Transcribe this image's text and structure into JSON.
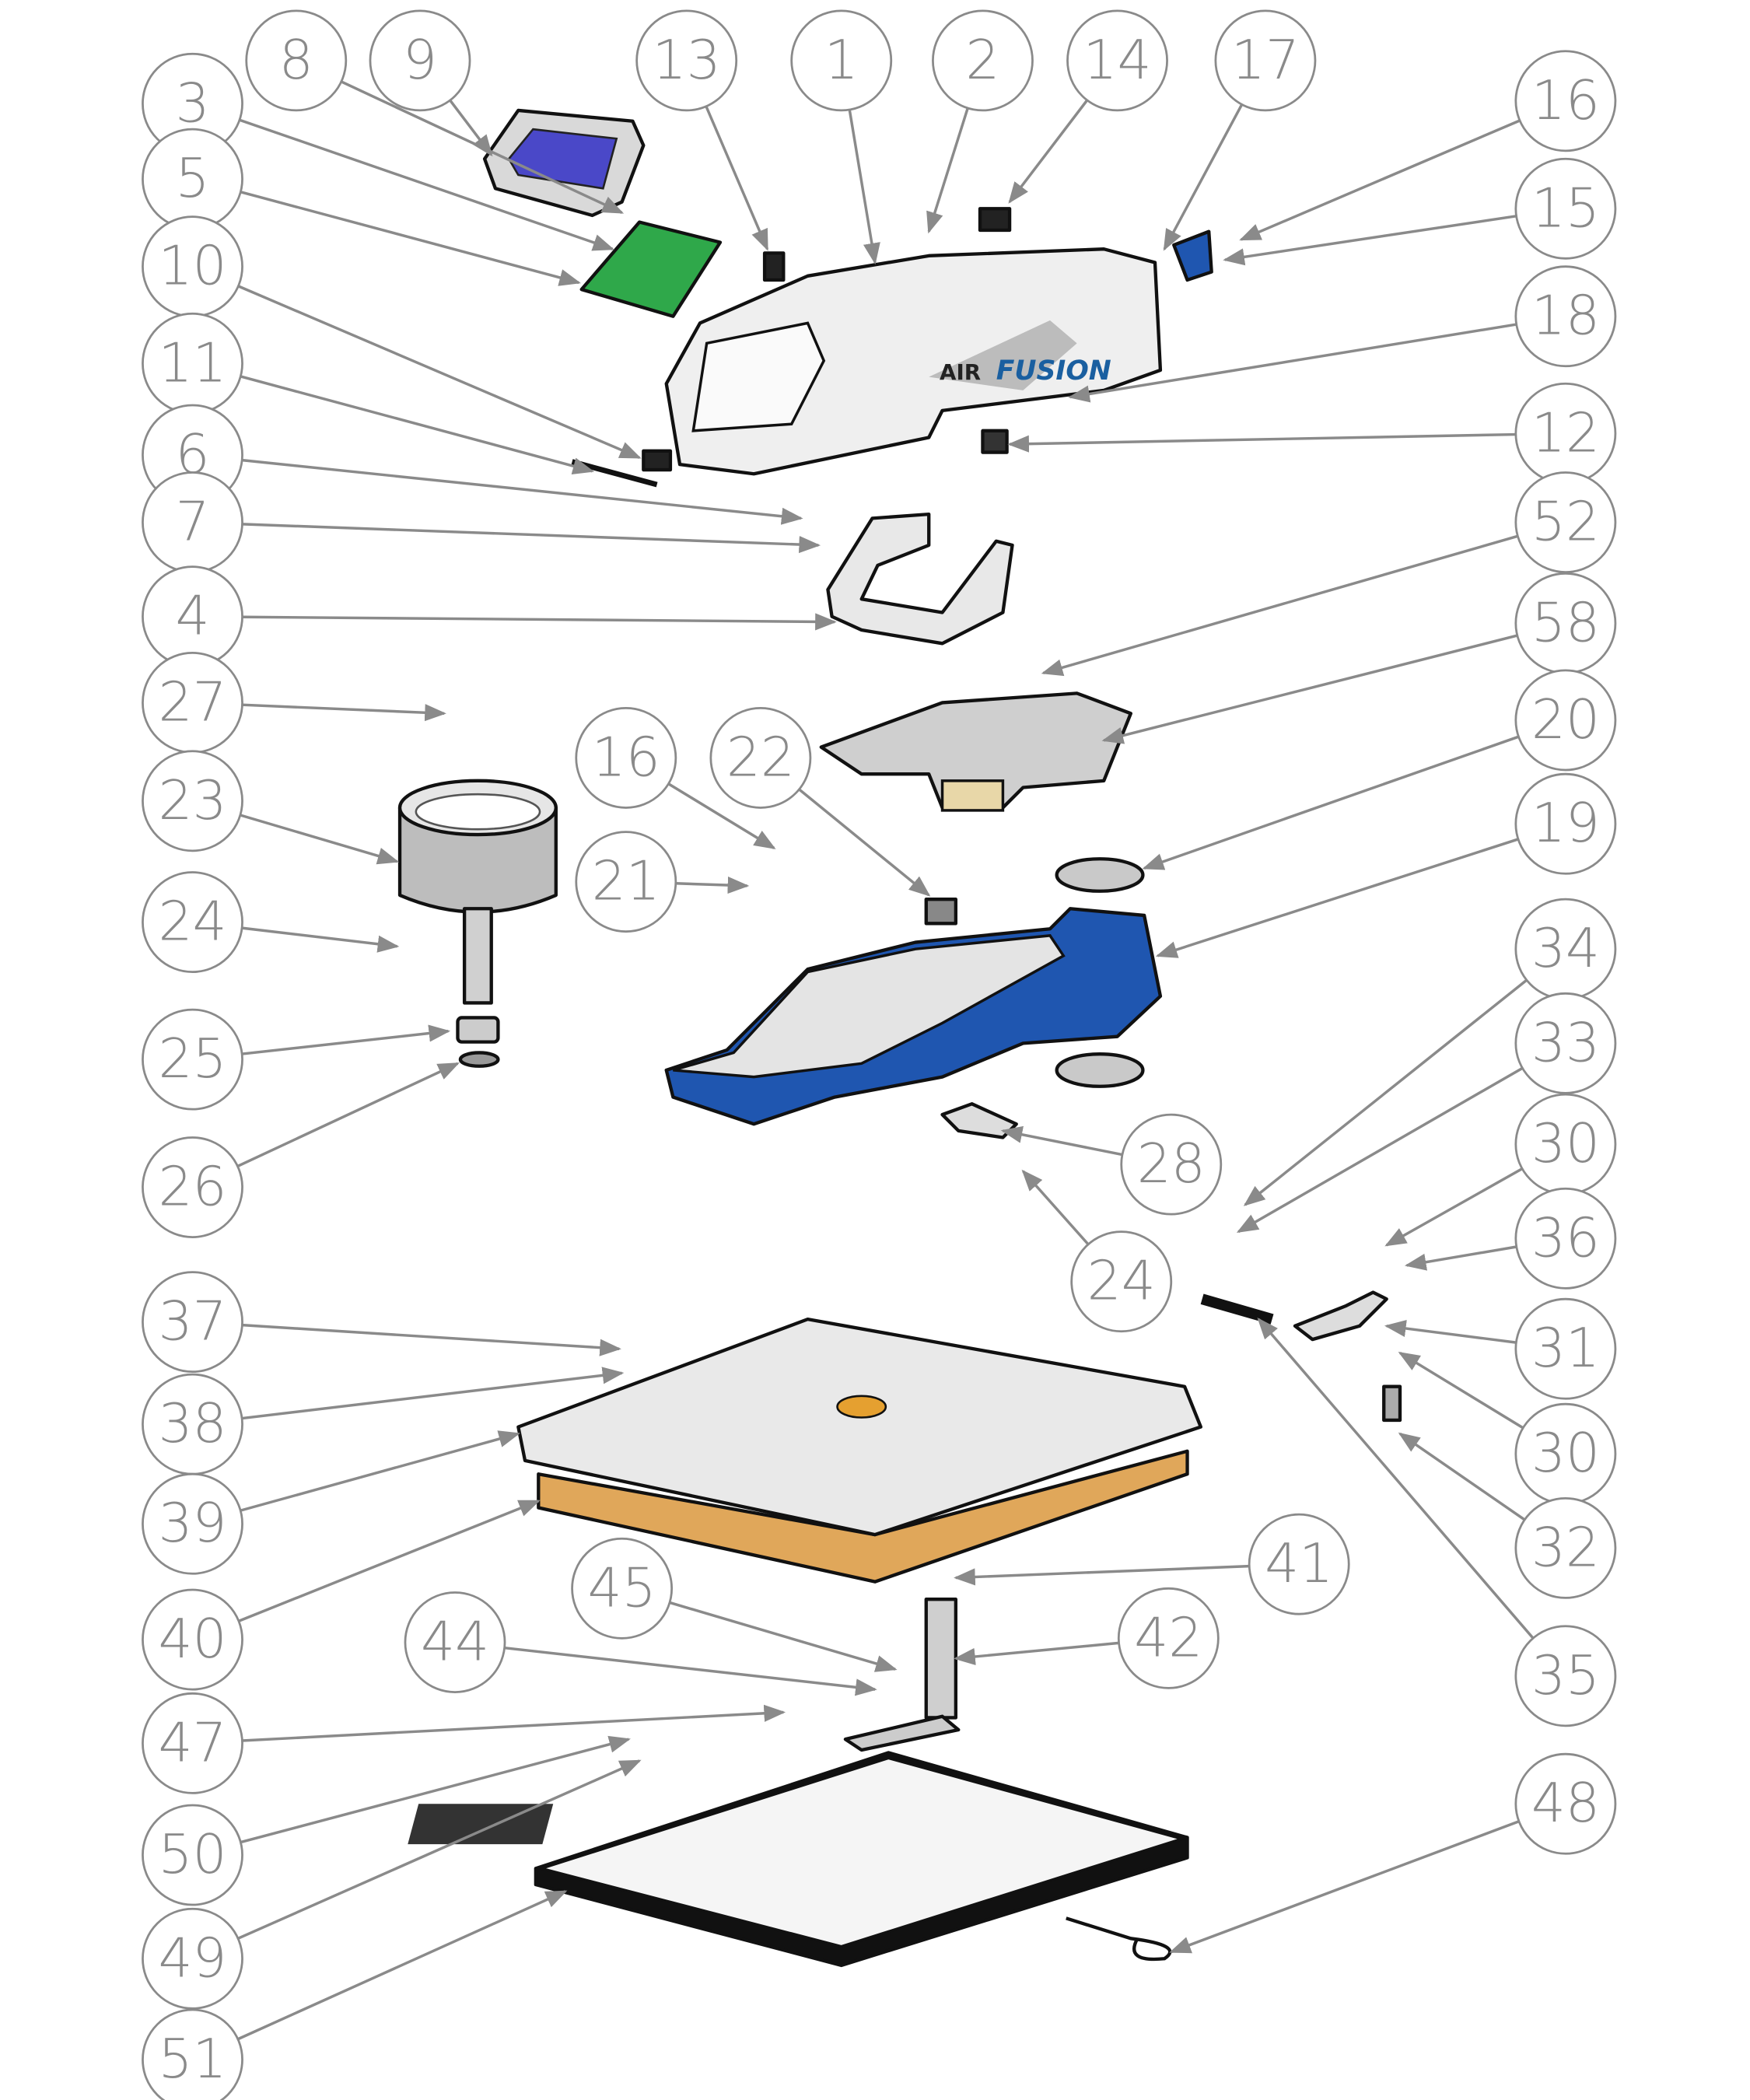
{
  "title": "Exploded parts diagram",
  "logo": {
    "air": "AIR",
    "fusion": "FUSION"
  },
  "callouts": [
    "8",
    "9",
    "3",
    "5",
    "10",
    "11",
    "6",
    "7",
    "4",
    "27",
    "23",
    "24",
    "25",
    "26",
    "37",
    "38",
    "39",
    "40",
    "44",
    "45",
    "47",
    "50",
    "49",
    "51",
    "13",
    "1",
    "2",
    "14",
    "17",
    "16",
    "15",
    "18",
    "12",
    "52",
    "58",
    "20",
    "19",
    "16",
    "22",
    "21",
    "34",
    "33",
    "30",
    "36",
    "31",
    "30",
    "32",
    "35",
    "28",
    "24",
    "41",
    "42",
    "48"
  ],
  "colors": {
    "base_blue": "#1f56b0",
    "board_green": "#2fa84a",
    "screen_blue": "#4a48c8",
    "wood": "#e0a75a",
    "callout_gray": "#8a8a8a"
  }
}
